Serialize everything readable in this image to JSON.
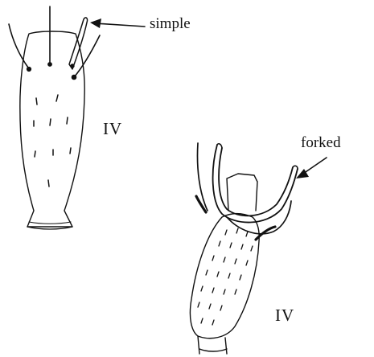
{
  "labels": {
    "simple": "simple",
    "forked": "forked",
    "segment_left": "IV",
    "segment_right": "IV"
  },
  "colors": {
    "ink": "#111111",
    "background": "#ffffff"
  }
}
